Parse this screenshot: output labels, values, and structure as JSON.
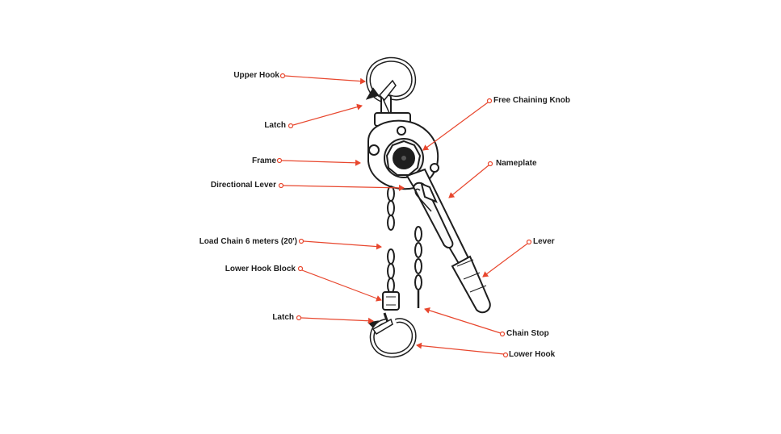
{
  "diagram": {
    "subject": "lever hoist",
    "accent_color": "#e8472e",
    "line_color": "#1e1e1e",
    "labels": {
      "upper_hook": "Upper Hook",
      "latch_top": "Latch",
      "frame": "Frame",
      "directional_lever": "Directional Lever",
      "load_chain": "Load Chain 6 meters (20')",
      "lower_hook_block": "Lower Hook Block",
      "latch_bottom": "Latch",
      "free_chaining_knob": "Free Chaining Knob",
      "nameplate": "Nameplate",
      "lever": "Lever",
      "chain_stop": "Chain Stop",
      "lower_hook": "Lower Hook"
    }
  }
}
